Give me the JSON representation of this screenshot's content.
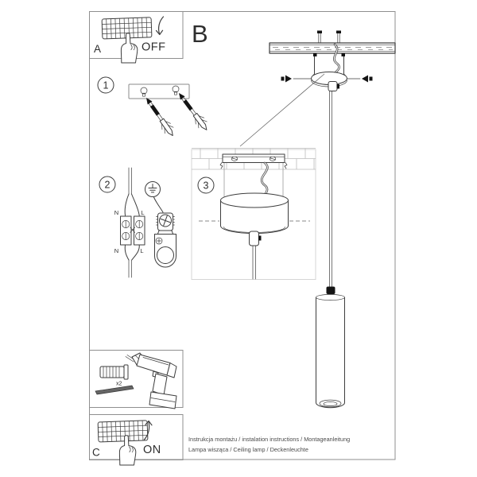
{
  "doc": {
    "sections": {
      "breaker_off": {
        "label": "A",
        "state": "OFF"
      },
      "overview": {
        "label": "B"
      },
      "breaker_on": {
        "label": "C",
        "state": "ON"
      },
      "step1": {
        "number": "1"
      },
      "step2": {
        "number": "2",
        "terminals": {
          "top_left": "N",
          "top_right": "L",
          "bottom_left": "N",
          "bottom_right": "L"
        }
      },
      "step3": {
        "number": "3"
      },
      "tools": {
        "quantity": "x2"
      }
    },
    "footer": {
      "line1": "Instrukcja montażu / instalation instructions / Montageanleitung",
      "line2": "Lampa wisząca / Ceiling lamp  / Deckenleuchte"
    },
    "illustrations": {
      "colors": {
        "line": "#3d3d3d",
        "frame": "#8f8f8f",
        "footer_text": "#4a4a4a"
      }
    }
  }
}
